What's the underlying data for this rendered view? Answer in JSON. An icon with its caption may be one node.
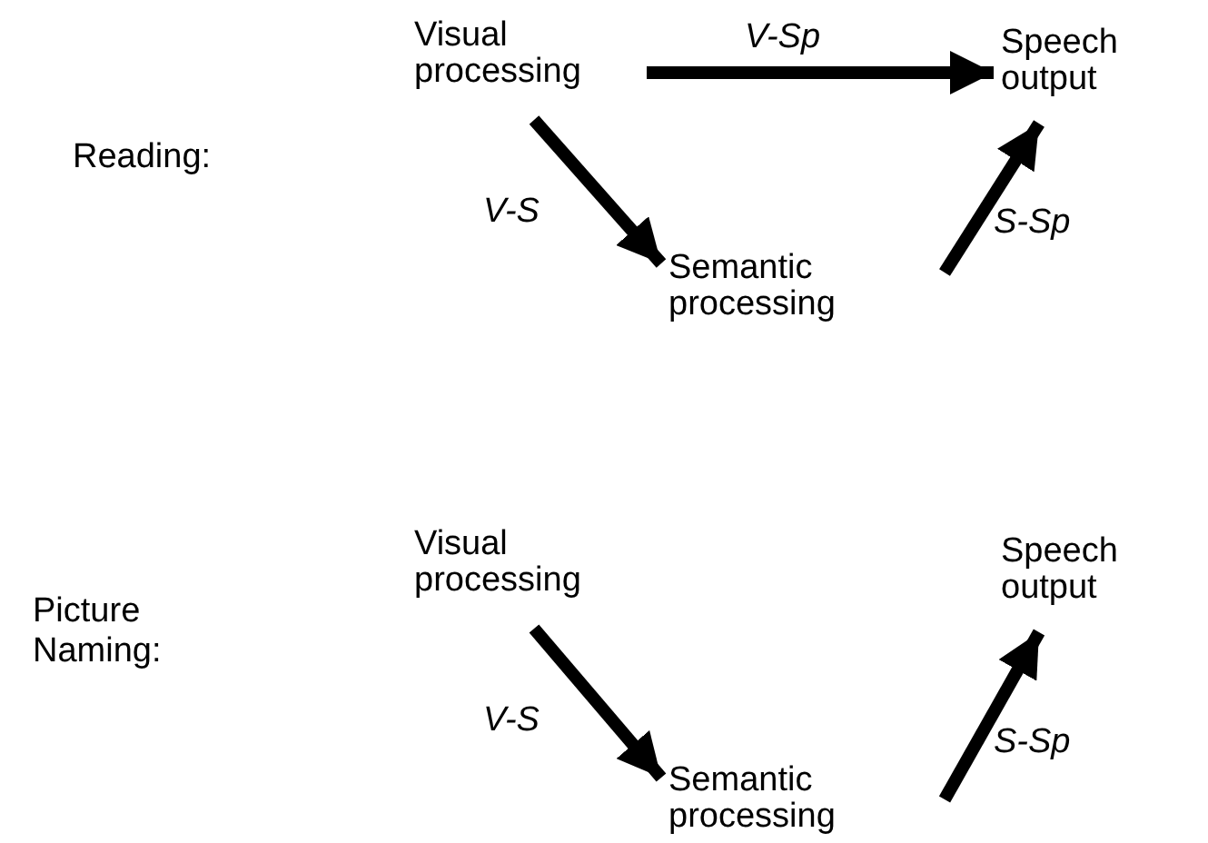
{
  "diagram": {
    "nodes": [
      {
        "text": [
          "Visual processing"
        ]
      },
      {
        "text": [
          "Speech output"
        ]
      },
      {
        "text": [
          "Semantic processing"
        ]
      },
      {
        "text": [
          "Visual processing"
        ]
      },
      {
        "text": [
          "Speech output"
        ]
      },
      {
        "text": [
          "Semantic processing"
        ]
      }
    ],
    "edges": [
      {
        "from": 0,
        "to": 1,
        "arrow": "to",
        "label": "V-Sp"
      },
      {
        "from": 0,
        "to": 2,
        "arrow": "to",
        "label": "V-S"
      },
      {
        "from": 2,
        "to": 1,
        "arrow": "to",
        "label": "S-Sp"
      },
      {
        "from": 3,
        "to": 5,
        "arrow": "to",
        "label": "V-S"
      },
      {
        "from": 5,
        "to": 4,
        "arrow": "to",
        "label": "S-Sp"
      }
    ],
    "labels": [
      "Reading:",
      "Picture Naming:"
    ]
  }
}
